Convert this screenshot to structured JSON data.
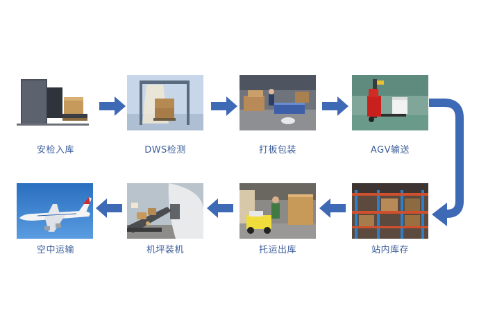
{
  "flow": {
    "steps": [
      {
        "label": "安检入库",
        "icon": "xray-scanner-icon"
      },
      {
        "label": "DWS检测",
        "icon": "dws-scanner-icon"
      },
      {
        "label": "打板包装",
        "icon": "warehouse-packing-icon"
      },
      {
        "label": "AGV输送",
        "icon": "agv-forklift-icon"
      },
      {
        "label": "站内库存",
        "icon": "storage-rack-icon"
      },
      {
        "label": "托运出库",
        "icon": "tug-vehicle-icon"
      },
      {
        "label": "机坪装机",
        "icon": "aircraft-loading-icon"
      },
      {
        "label": "空中运输",
        "icon": "airplane-icon"
      }
    ],
    "arrow_color": "#3e69b4",
    "label_color": "#3b5d9a"
  }
}
